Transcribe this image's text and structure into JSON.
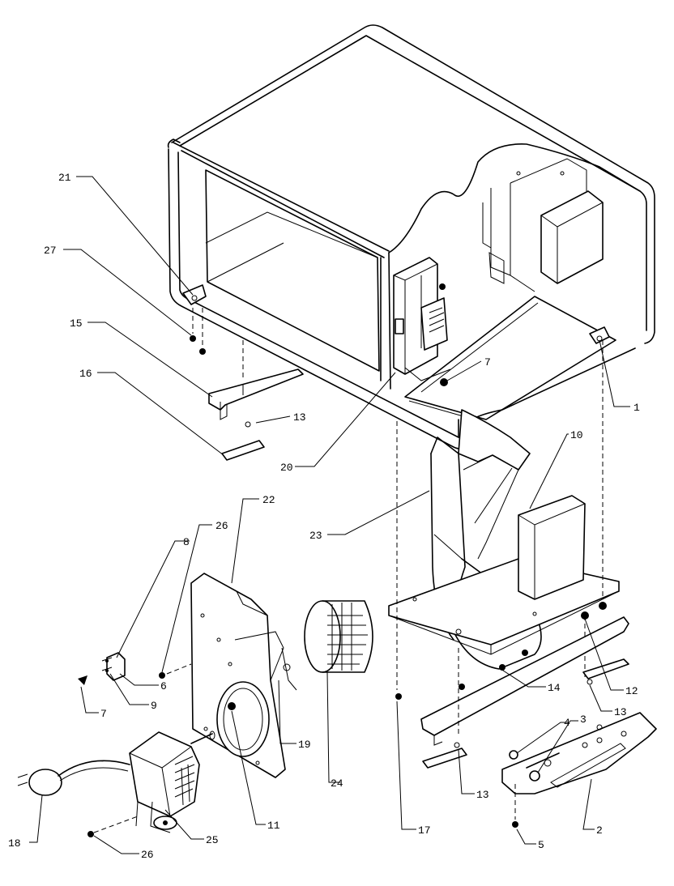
{
  "callouts": {
    "c1": "1",
    "c2": "2",
    "c3": "3",
    "c4": "4",
    "c5": "5",
    "c6": "6",
    "c7a": "7",
    "c7b": "7",
    "c8": "8",
    "c9": "9",
    "c10": "10",
    "c11": "11",
    "c12": "12",
    "c13a": "13",
    "c13b": "13",
    "c13c": "13",
    "c14": "14",
    "c15": "15",
    "c16": "16",
    "c17": "17",
    "c18": "18",
    "c19": "19",
    "c20": "20",
    "c21": "21",
    "c22": "22",
    "c23": "23",
    "c24": "24",
    "c25": "25",
    "c26a": "26",
    "c26b": "26",
    "c27": "27"
  }
}
